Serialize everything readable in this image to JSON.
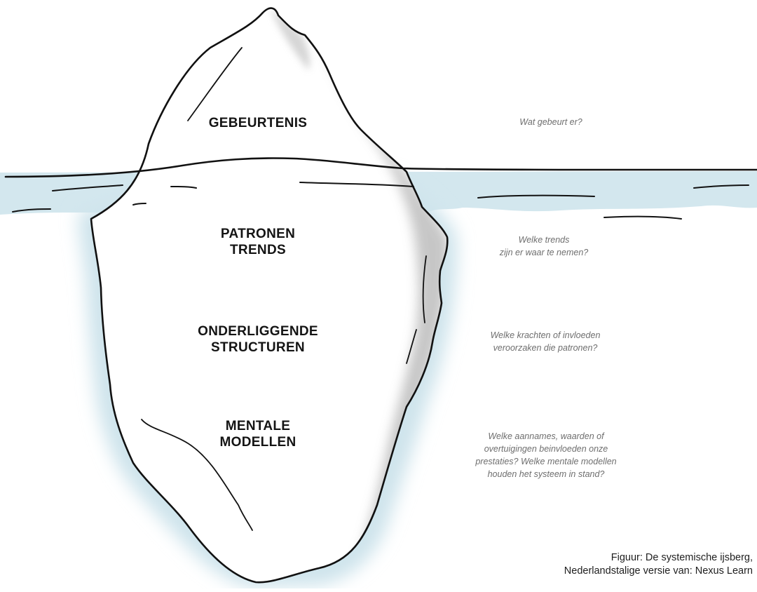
{
  "levels": [
    {
      "id": "gebeurtenis",
      "lines": [
        "GEBEURTENIS"
      ],
      "question": [
        "Wat gebeurt er?"
      ]
    },
    {
      "id": "patronen",
      "lines": [
        "PATRONEN",
        "TRENDS"
      ],
      "question": [
        "Welke trends",
        "zijn er waar te nemen?"
      ]
    },
    {
      "id": "structuren",
      "lines": [
        "ONDERLIGGENDE",
        "STRUCTUREN"
      ],
      "question": [
        "Welke krachten of invloeden",
        "veroorzaken die patronen?"
      ]
    },
    {
      "id": "mentale",
      "lines": [
        "MENTALE",
        "MODELLEN"
      ],
      "question": [
        "Welke aannames, waarden of",
        "overtuigingen beinvloeden onze",
        "prestaties? Welke mentale modellen",
        "houden het systeem in stand?"
      ]
    }
  ],
  "caption": [
    "Figuur: De systemische ijsberg,",
    "Nederlandstalige versie van: Nexus Learn"
  ],
  "colors": {
    "water": "#d3e7ee",
    "outline": "#111111",
    "shadow": "#a9a9a9",
    "label": "#141414",
    "question": "#6e6e6e"
  }
}
